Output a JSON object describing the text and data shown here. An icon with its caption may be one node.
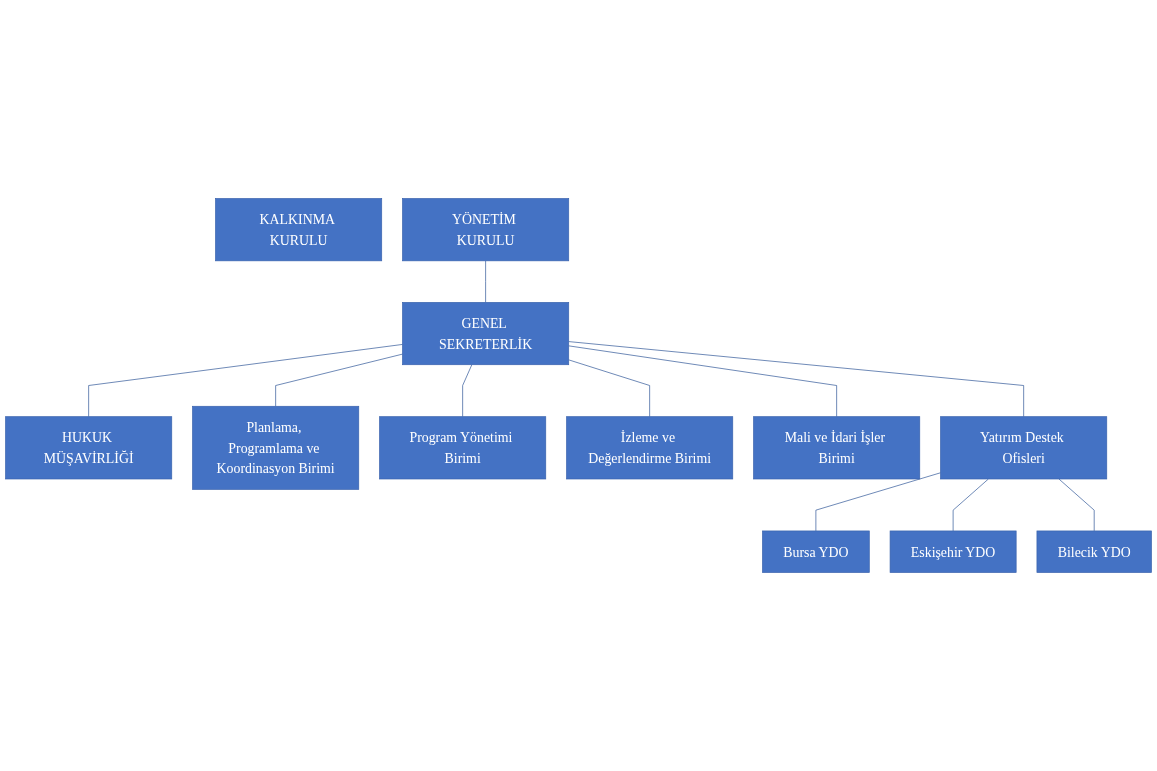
{
  "diagram": {
    "nodes": [
      {
        "text": [
          "KALKINMA KURULU"
        ]
      },
      {
        "text": [
          "YÖNETİM KURULU"
        ]
      },
      {
        "text": [
          "GENEL SEKRETERLİK"
        ]
      },
      {
        "text": [
          "HUKUK MÜŞAVİRLİĞİ"
        ]
      },
      {
        "text": [
          "Planlama, Programlama ve Koordinasyon Birimi"
        ]
      },
      {
        "text": [
          "Program Yönetimi Birimi"
        ]
      },
      {
        "text": [
          "İzleme ve Değerlendirme Birimi"
        ]
      },
      {
        "text": [
          "Mali ve İdari İşler Birimi"
        ]
      },
      {
        "text": [
          "Yatırım Destek Ofisleri"
        ]
      },
      {
        "text": [
          "Bursa YDO"
        ]
      },
      {
        "text": [
          "Eskişehir YDO"
        ]
      },
      {
        "text": [
          "Bilecik YDO"
        ]
      }
    ],
    "edges": [
      {
        "from": 1,
        "to": 2,
        "arrow": "none"
      },
      {
        "from": 2,
        "to": 3,
        "arrow": "none"
      },
      {
        "from": 2,
        "to": 4,
        "arrow": "none"
      },
      {
        "from": 2,
        "to": 5,
        "arrow": "none"
      },
      {
        "from": 2,
        "to": 6,
        "arrow": "none"
      },
      {
        "from": 2,
        "to": 7,
        "arrow": "none"
      },
      {
        "from": 2,
        "to": 8,
        "arrow": "none"
      },
      {
        "from": 8,
        "to": 9,
        "arrow": "none"
      },
      {
        "from": 8,
        "to": 10,
        "arrow": "none"
      },
      {
        "from": 8,
        "to": 11,
        "arrow": "none"
      }
    ]
  }
}
